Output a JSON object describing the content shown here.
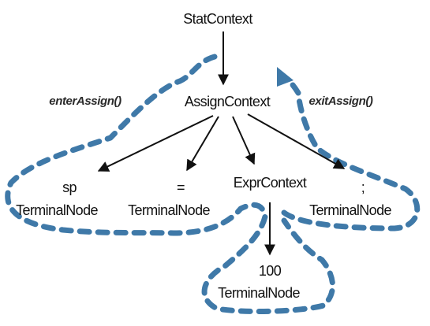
{
  "nodes": {
    "stat": {
      "label": "StatContext"
    },
    "assign": {
      "label": "AssignContext"
    },
    "sp": {
      "value": "sp",
      "type": "TerminalNode"
    },
    "eq": {
      "value": "=",
      "type": "TerminalNode"
    },
    "expr": {
      "label": "ExprContext"
    },
    "semi": {
      "value": ";",
      "type": "TerminalNode"
    },
    "num": {
      "value": "100",
      "type": "TerminalNode"
    }
  },
  "callbacks": {
    "enter": "enterAssign()",
    "exit": "exitAssign()"
  },
  "colors": {
    "walk_path": "#3f79a8",
    "edges": "#111111",
    "text": "#111111"
  }
}
